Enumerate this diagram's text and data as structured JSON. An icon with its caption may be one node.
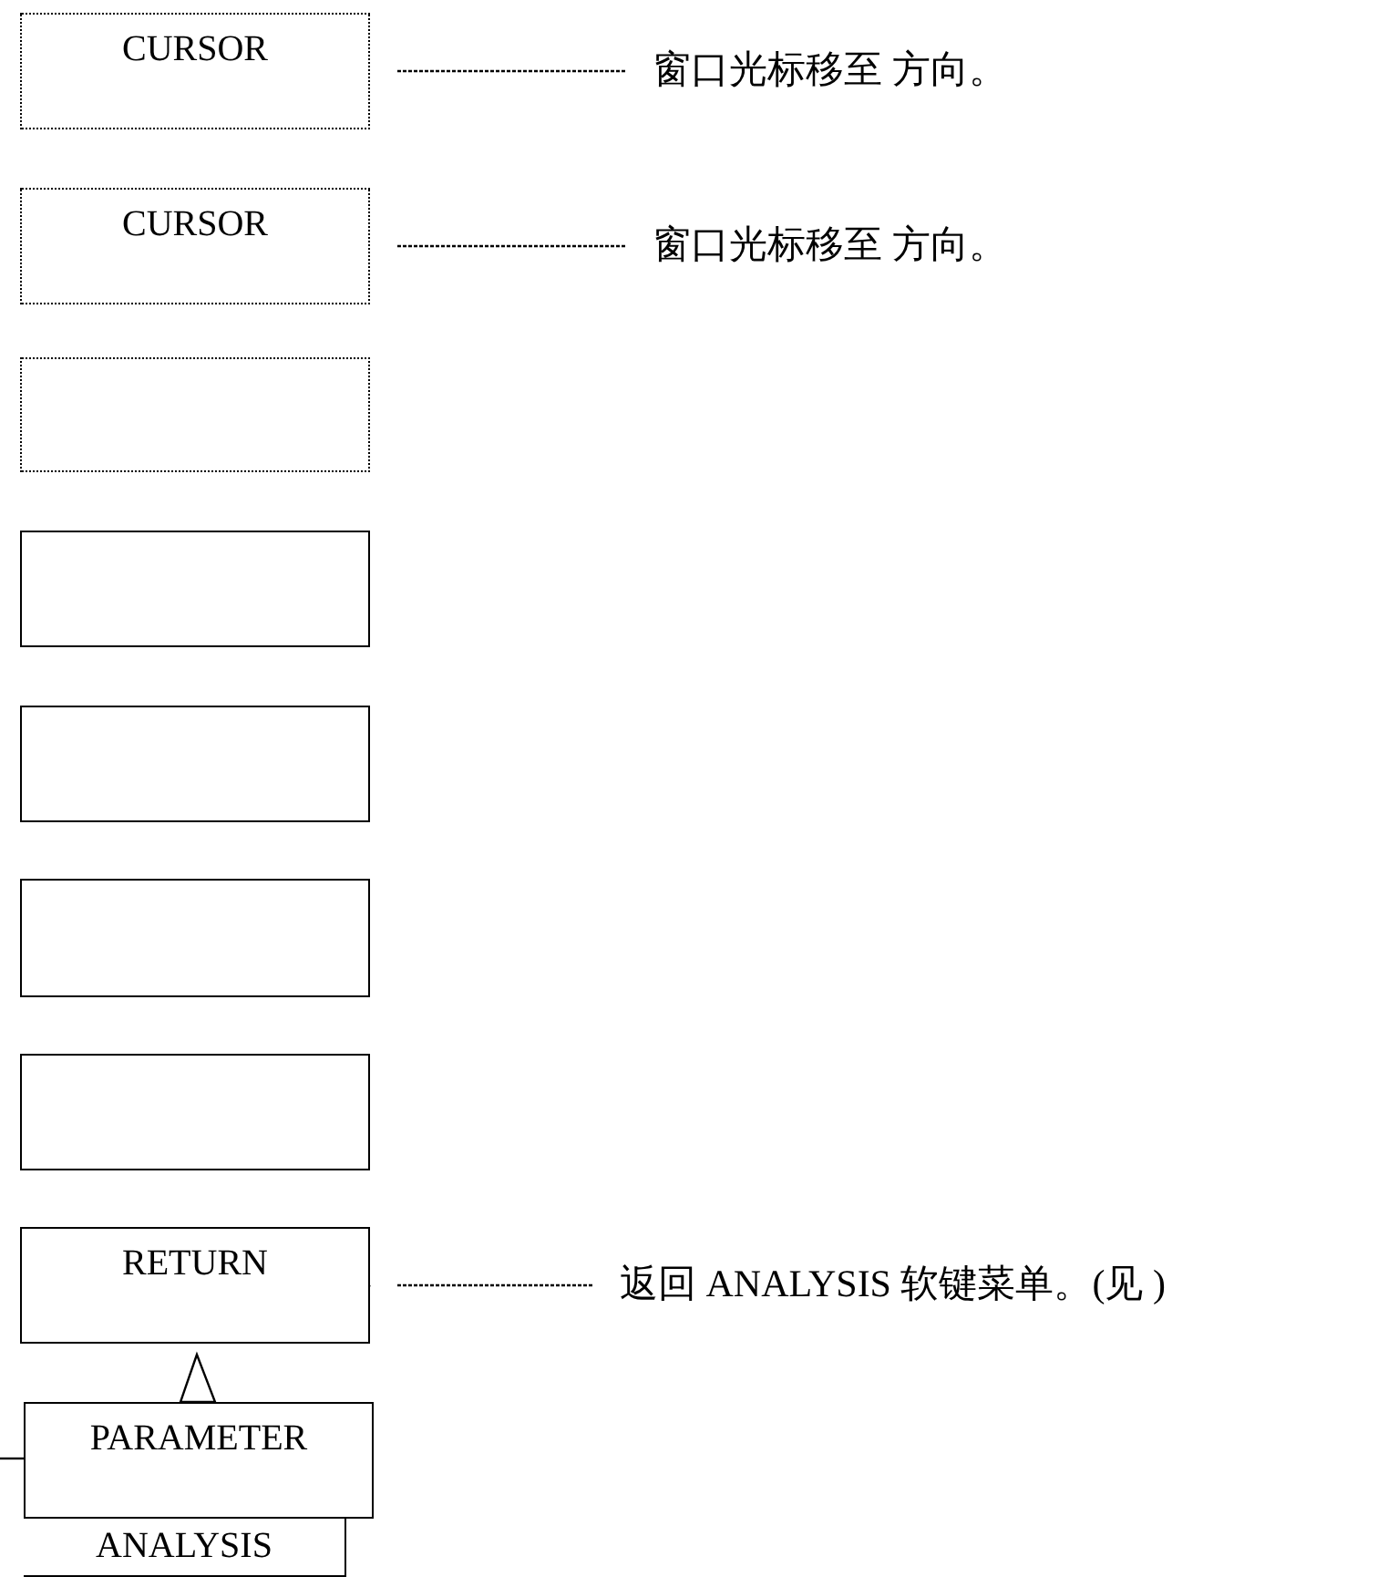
{
  "diagram": {
    "nodes": [
      {
        "text": [
          "CURSOR"
        ]
      },
      {
        "text": [
          "CURSOR"
        ]
      },
      {
        "text": [],
        "shape": "box"
      },
      {
        "text": [],
        "shape": "box"
      },
      {
        "text": [],
        "shape": "box"
      },
      {
        "text": [],
        "shape": "box"
      },
      {
        "text": [],
        "shape": "box"
      },
      {
        "text": [
          "RETURN"
        ]
      },
      {
        "text": [
          "PARAMETER"
        ]
      },
      {
        "text": [
          "ANALYSIS"
        ]
      },
      {
        "text": [
          "窗口光标移至 方向。"
        ]
      },
      {
        "text": [
          "窗口光标移至 方向。"
        ]
      },
      {
        "text": [
          "返回 ANALYSIS 软键菜单。(见 )"
        ]
      }
    ],
    "edges": [
      {
        "from": 0,
        "to": 10,
        "arrow": "none",
        "style": "dashed"
      },
      {
        "from": 1,
        "to": 11,
        "arrow": "none",
        "style": "dashed"
      },
      {
        "from": 7,
        "to": 12,
        "arrow": "none",
        "style": "dashed"
      },
      {
        "from": 8,
        "to": 7,
        "arrow": "to"
      }
    ]
  }
}
